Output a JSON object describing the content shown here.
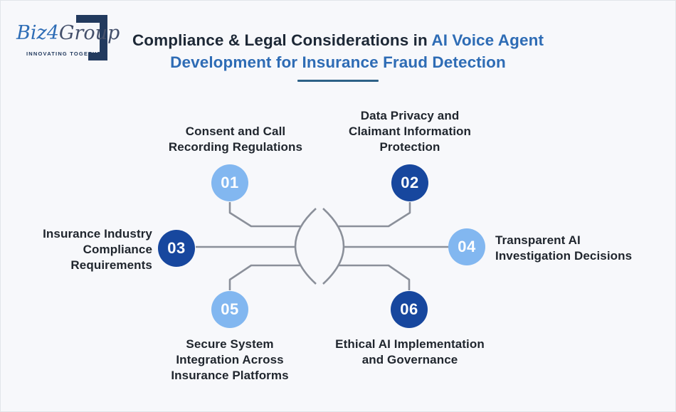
{
  "colors": {
    "background": "#f7f8fb",
    "title_dark": "#1d2836",
    "title_blue": "#2e6cb5",
    "underline": "#2d6187",
    "circle_light": "#82b7f0",
    "circle_dark": "#17479e",
    "circle_number": "#ffffff",
    "line_gray": "#8b909a",
    "label_text": "#20262e",
    "logo_navy": "#223a5e",
    "logo_blue": "#2e6db6",
    "logo_group": "#44506b"
  },
  "logo": {
    "brand_prefix": "Biz4",
    "brand_suffix": "Group",
    "tagline": "INNOVATING TOGETHER"
  },
  "title": {
    "line1_dark": "Compliance & Legal Considerations in ",
    "line1_blue": "AI Voice Agent",
    "line2_blue": "Development for Insurance Fraud Detection"
  },
  "diagram": {
    "center_shape": "lens-eye-outline",
    "items": [
      {
        "number": "01",
        "variant": "light",
        "lines": [
          "Consent and Call",
          "Recording Regulations"
        ]
      },
      {
        "number": "02",
        "variant": "dark",
        "lines": [
          "Data Privacy and",
          "Claimant Information",
          "Protection"
        ]
      },
      {
        "number": "03",
        "variant": "dark",
        "lines": [
          "Insurance Industry",
          "Compliance",
          "Requirements"
        ]
      },
      {
        "number": "04",
        "variant": "light",
        "lines": [
          "Transparent AI",
          "Investigation Decisions"
        ]
      },
      {
        "number": "05",
        "variant": "light",
        "lines": [
          "Secure System",
          "Integration Across",
          "Insurance Platforms"
        ]
      },
      {
        "number": "06",
        "variant": "dark",
        "lines": [
          "Ethical AI Implementation",
          "and Governance"
        ]
      }
    ]
  }
}
